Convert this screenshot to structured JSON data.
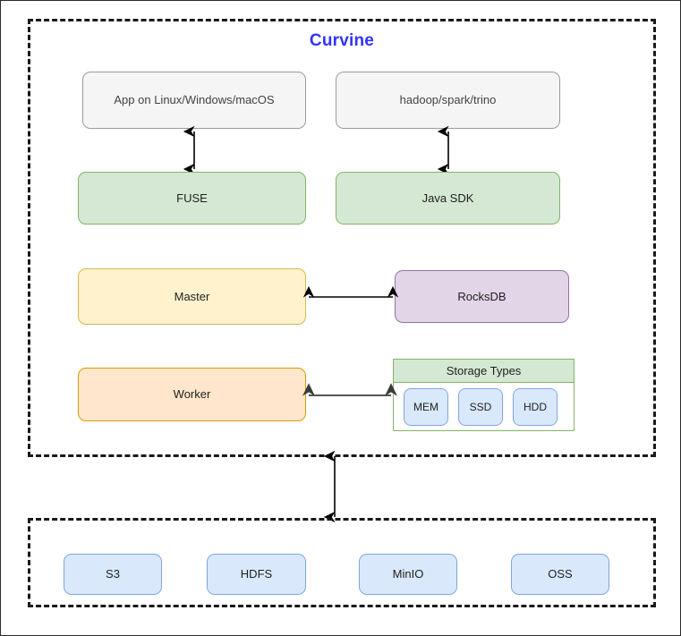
{
  "diagram": {
    "type": "architecture-diagram",
    "title": "Curvine",
    "title_color": "#3333FF",
    "background": "#FFFFFF",
    "outer_border_color": "#2B2B2B",
    "regions": [
      {
        "id": "curvine-region",
        "label": "Curvine",
        "border_style": "dashed",
        "border_color": "#1A1A1A"
      },
      {
        "id": "underlying-storage-region",
        "label": "",
        "border_style": "dashed",
        "border_color": "#1A1A1A"
      }
    ],
    "nodes": {
      "app_clients": {
        "label": "App on Linux/Windows/macOS",
        "fill": "#F5F5F5",
        "stroke": "#9B9B9B"
      },
      "compute_engines": {
        "label": "hadoop/spark/trino",
        "fill": "#F5F5F5",
        "stroke": "#9B9B9B"
      },
      "fuse": {
        "label": "FUSE",
        "fill": "#D5E8D4",
        "stroke": "#82B366"
      },
      "java_sdk": {
        "label": "Java SDK",
        "fill": "#D5E8D4",
        "stroke": "#82B366"
      },
      "master": {
        "label": "Master",
        "fill": "#FFF2CC",
        "stroke": "#D6B656"
      },
      "rocksdb": {
        "label": "RocksDB",
        "fill": "#E1D5E7",
        "stroke": "#9673A6"
      },
      "worker": {
        "label": "Worker",
        "fill": "#FFE6CC",
        "stroke": "#D79B00"
      },
      "storage_types": {
        "label": "Storage Types",
        "fill": "#D5E8D4",
        "stroke": "#82B366",
        "tiers": [
          {
            "label": "MEM",
            "fill": "#DAE8FC",
            "stroke": "#7EA6E0"
          },
          {
            "label": "SSD",
            "fill": "#DAE8FC",
            "stroke": "#7EA6E0"
          },
          {
            "label": "HDD",
            "fill": "#DAE8FC",
            "stroke": "#7EA6E0"
          }
        ]
      }
    },
    "underlying_storage": [
      {
        "label": "S3",
        "fill": "#DAE8FC",
        "stroke": "#7EA6E0"
      },
      {
        "label": "HDFS",
        "fill": "#DAE8FC",
        "stroke": "#7EA6E0"
      },
      {
        "label": "MinIO",
        "fill": "#DAE8FC",
        "stroke": "#7EA6E0"
      },
      {
        "label": "OSS",
        "fill": "#DAE8FC",
        "stroke": "#7EA6E0"
      }
    ],
    "connectors": [
      {
        "id": "app-to-fuse",
        "from": "app_clients",
        "to": "fuse",
        "direction": "bidirectional",
        "orientation": "vertical"
      },
      {
        "id": "engines-to-sdk",
        "from": "compute_engines",
        "to": "java_sdk",
        "direction": "bidirectional",
        "orientation": "vertical"
      },
      {
        "id": "master-to-rocksdb",
        "from": "master",
        "to": "rocksdb",
        "direction": "bidirectional",
        "orientation": "horizontal"
      },
      {
        "id": "worker-to-storage-types",
        "from": "worker",
        "to": "storage_types",
        "direction": "bidirectional",
        "orientation": "horizontal"
      },
      {
        "id": "curvine-to-underlying-storage",
        "from": "curvine-region",
        "to": "underlying-storage-region",
        "direction": "bidirectional",
        "orientation": "vertical"
      }
    ]
  }
}
